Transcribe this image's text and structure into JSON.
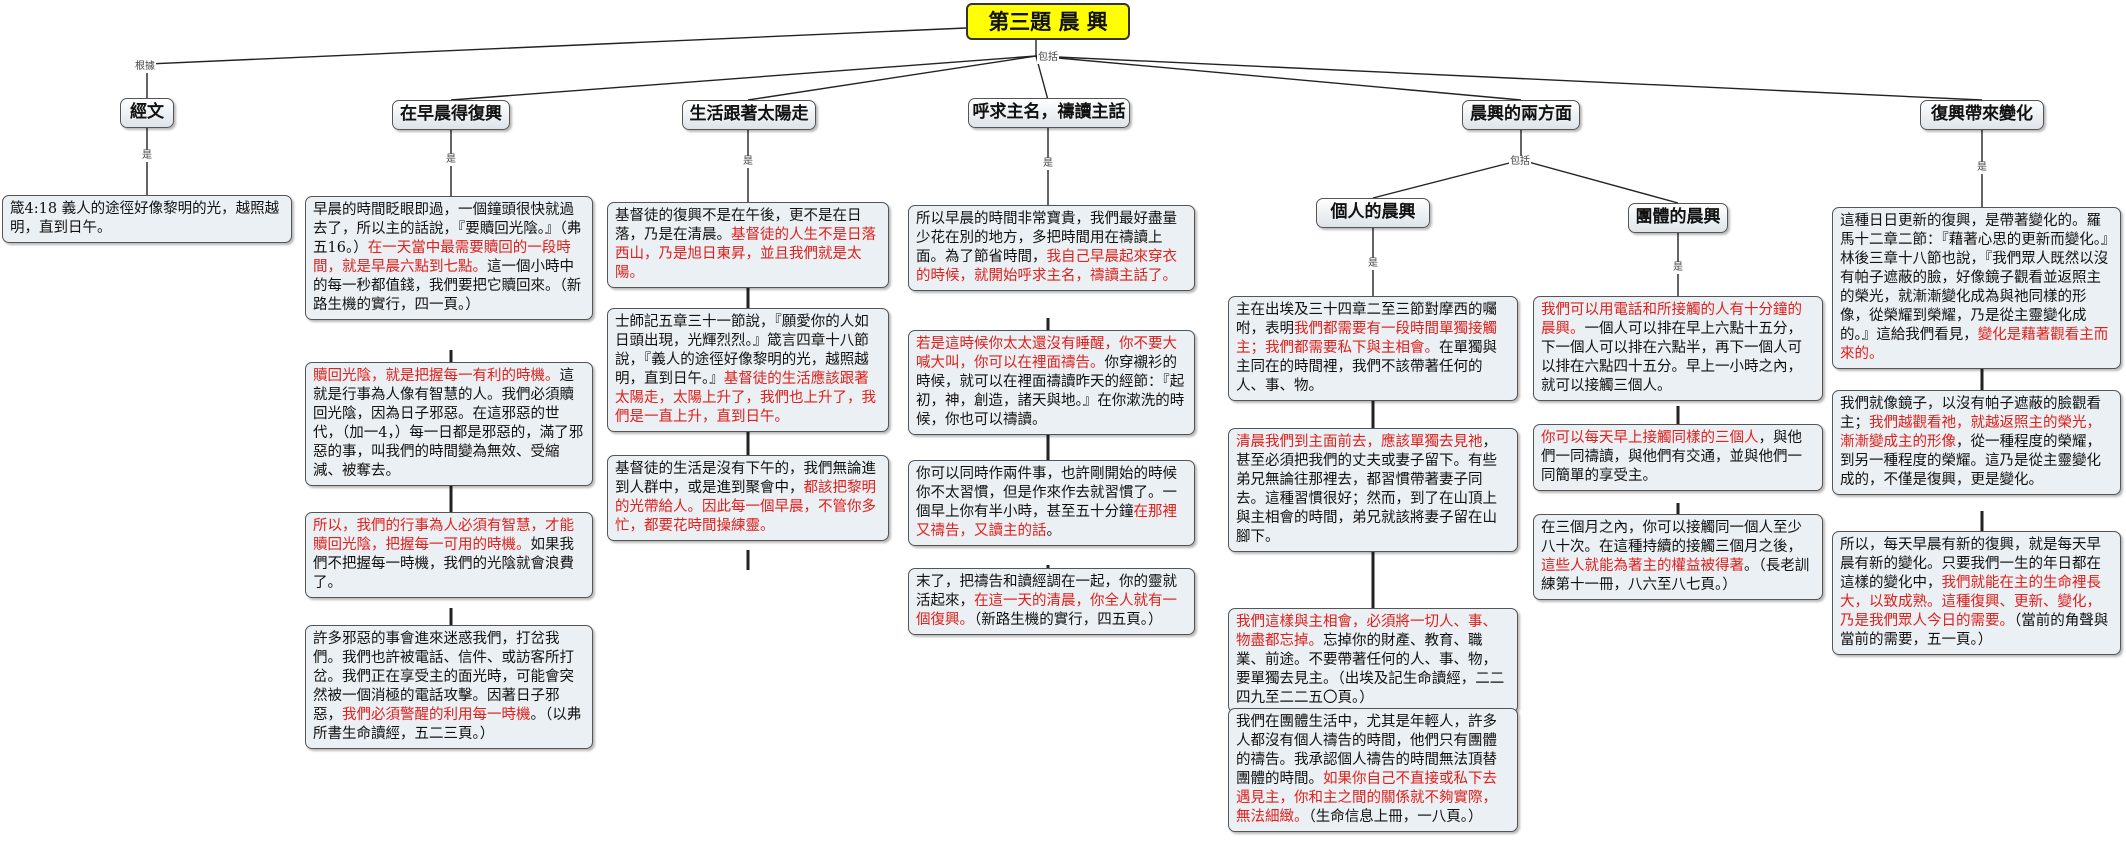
{
  "root": {
    "title": "第三題 晨 興"
  },
  "link_labels": {
    "basis": "根據",
    "includes": "包括",
    "is": "是"
  },
  "branches": [
    {
      "title": "經文",
      "notes": [
        [
          {
            "t": "箴4:18 義人的途徑好像黎明的光，越照越明，直到日午。"
          }
        ]
      ]
    },
    {
      "title": "在早晨得復興",
      "notes": [
        [
          {
            "t": "早晨的時間眨眼即過，一個鐘頭很快就過去了，所以主的話說，『要贖回光陰。』（弗五16。）"
          },
          {
            "t": "在一天當中最需要贖回的一段時間，就是早晨六點到七點。",
            "r": true
          },
          {
            "t": "這一個小時中的每一秒都值錢，我們要把它贖回來。（新路生機的實行，四一頁。）"
          }
        ],
        [
          {
            "t": "贖回光陰，就是把握每一有利的時機。",
            "r": true
          },
          {
            "t": "這就是行事為人像有智慧的人。我們必須贖回光陰，因為日子邪惡。在這邪惡的世代，（加一4，）每一日都是邪惡的，滿了邪惡的事，叫我們的時間變為無效、受縮減、被奪去。"
          }
        ],
        [
          {
            "t": "所以，我們的行事為人必須有智慧，才能贖回光陰，把握每一可用的時機。",
            "r": true
          },
          {
            "t": "如果我們不把握每一時機，我們的光陰就會浪費了。"
          }
        ],
        [
          {
            "t": "許多邪惡的事會進來迷惑我們，打岔我們。我們也許被電話、信件、或訪客所打岔。我們正在享受主的面光時，可能會突然被一個消極的電話攻擊。因著日子邪惡，"
          },
          {
            "t": "我們必須警醒的利用每一時機",
            "r": true
          },
          {
            "t": "。（以弗所書生命讀經，五二三頁。）"
          }
        ]
      ]
    },
    {
      "title": "生活跟著太陽走",
      "notes": [
        [
          {
            "t": "基督徒的復興不是在午後，更不是在日落，乃是在清晨。"
          },
          {
            "t": "基督徒的人生不是日落西山，乃是旭日東昇，並且我們就是太陽。",
            "r": true
          }
        ],
        [
          {
            "t": "士師記五章三十一節說，『願愛你的人如日頭出現，光輝烈烈。』箴言四章十八節說，『義人的途徑好像黎明的光，越照越明，直到日午。』"
          },
          {
            "t": "基督徒的生活應該跟著太陽走，太陽上升了，我們也上升了，我們是一直上升，直到日午。",
            "r": true
          }
        ],
        [
          {
            "t": "基督徒的生活是沒有下午的，我們無論進到人群中，或是進到聚會中，"
          },
          {
            "t": "都該把黎明的光帶給人。因此每一個早晨，不管你多忙，都要花時間操練靈。",
            "r": true
          }
        ]
      ]
    },
    {
      "title": "呼求主名，禱讀主話",
      "notes": [
        [
          {
            "t": "所以早晨的時間非常寶貴，我們最好盡量少花在別的地方，多把時間用在禱讀上面。為了節省時間，"
          },
          {
            "t": "我自己早晨起來穿衣的時候，就開始呼求主名，禱讀主話了。",
            "r": true
          }
        ],
        [
          {
            "t": "若是這時候你太太還沒有睡醒，你不要大喊大叫，你可以在裡面禱告。",
            "r": true
          },
          {
            "t": "你穿襯衫的時候，就可以在裡面禱讀昨天的經節：『起初，神，創造，諸天與地。』在你漱洗的時候，你也可以禱讀。"
          }
        ],
        [
          {
            "t": "你可以同時作兩件事，也許剛開始的時候你不太習慣，但是作來作去就習慣了。一個早上你有半小時，甚至五十分鐘"
          },
          {
            "t": "在那裡又禱告，又讀主的話",
            "r": true
          },
          {
            "t": "。"
          }
        ],
        [
          {
            "t": "末了，把禱告和讀經調在一起，你的靈就活起來，"
          },
          {
            "t": "在這一天的清晨，你全人就有一個復興。",
            "r": true
          },
          {
            "t": "（新路生機的實行，四五頁。）"
          }
        ]
      ]
    },
    {
      "title": "晨興的兩方面",
      "subs": [
        {
          "title": "個人的晨興",
          "notes": [
            [
              {
                "t": "主在出埃及三十四章二至三節對摩西的囑咐，表明"
              },
              {
                "t": "我們都需要有一段時間單獨接觸主；我們都需要私下與主相會。",
                "r": true
              },
              {
                "t": "在單獨與主同在的時間裡，我們不該帶著任何的人、事、物。"
              }
            ],
            [
              {
                "t": "清晨我們到主面前去，應該單獨去見祂",
                "r": true
              },
              {
                "t": "，甚至必須把我們的丈夫或妻子留下。有些弟兄無論往那裡去，都習慣帶著妻子同去。這種習慣很好；然而，到了在山頂上與主相會的時間，弟兄就該將妻子留在山腳下。"
              }
            ],
            [
              {
                "t": "我們這樣與主相會，必須將一切人、事、物盡都忘掉。",
                "r": true
              },
              {
                "t": "忘掉你的財產、教育、職業、前途。不要帶著任何的人、事、物，要單獨去見主。（出埃及記生命讀經，二二四九至二二五〇頁。）"
              }
            ],
            [
              {
                "t": "我們在團體生活中，尤其是年輕人，許多人都沒有個人禱告的時間，他們只有團體的禱告。我承認個人禱告的時間無法頂替團體的時間。"
              },
              {
                "t": "如果你自己不直接或私下去遇見主，你和主之間的關係就不夠實際，無法細緻。",
                "r": true
              },
              {
                "t": "（生命信息上冊，一八頁。）"
              }
            ]
          ]
        },
        {
          "title": "團體的晨興",
          "notes": [
            [
              {
                "t": "我們可以用電話和所接觸的人有十分鐘的晨興。",
                "r": true
              },
              {
                "t": "一個人可以排在早上六點十五分，下一個人可以排在六點半，再下一個人可以排在六點四十五分。早上一小時之內，就可以接觸三個人。"
              }
            ],
            [
              {
                "t": "你可以每天早上接觸同樣的三個人",
                "r": true
              },
              {
                "t": "，與他們一同禱讀，與他們有交通，並與他們一同簡單的享受主。"
              }
            ],
            [
              {
                "t": "在三個月之內，你可以接觸同一個人至少八十次。在這種持續的接觸三個月之後，"
              },
              {
                "t": "這些人就能為著主的權益被得著",
                "r": true
              },
              {
                "t": "。（長老訓練第十一冊，八六至八七頁。）"
              }
            ]
          ]
        }
      ]
    },
    {
      "title": "復興帶來變化",
      "notes": [
        [
          {
            "t": "這種日日更新的復興，是帶著變化的。羅馬十二章二節：『藉著心思的更新而變化。』林後三章十八節也說，『我們眾人既然以沒有帕子遮蔽的臉，好像鏡子觀看並返照主的榮光，就漸漸變化成為與祂同樣的形像，從榮耀到榮耀，乃是從主靈變化成的。』這給我們看見，"
          },
          {
            "t": "變化是藉著觀看主而來的。",
            "r": true
          }
        ],
        [
          {
            "t": "我們就像鏡子，以沒有帕子遮蔽的臉觀看主；"
          },
          {
            "t": "我們越觀看祂，就越返照主的榮光，漸漸變成主的形像",
            "r": true
          },
          {
            "t": "，從一種程度的榮耀，到另一種程度的榮耀。這乃是從主靈變化成的，不僅是復興，更是變化。"
          }
        ],
        [
          {
            "t": "所以，每天早晨有新的復興，就是每天早晨有新的變化。只要我們一生的年日都在這樣的變化中，"
          },
          {
            "t": "我們就能在主的生命裡長大，以致成熟。這種復興、更新、變化，乃是我們眾人今日的需要。",
            "r": true
          },
          {
            "t": "（當前的角聲與當前的需要，五一頁。）"
          }
        ]
      ]
    }
  ]
}
